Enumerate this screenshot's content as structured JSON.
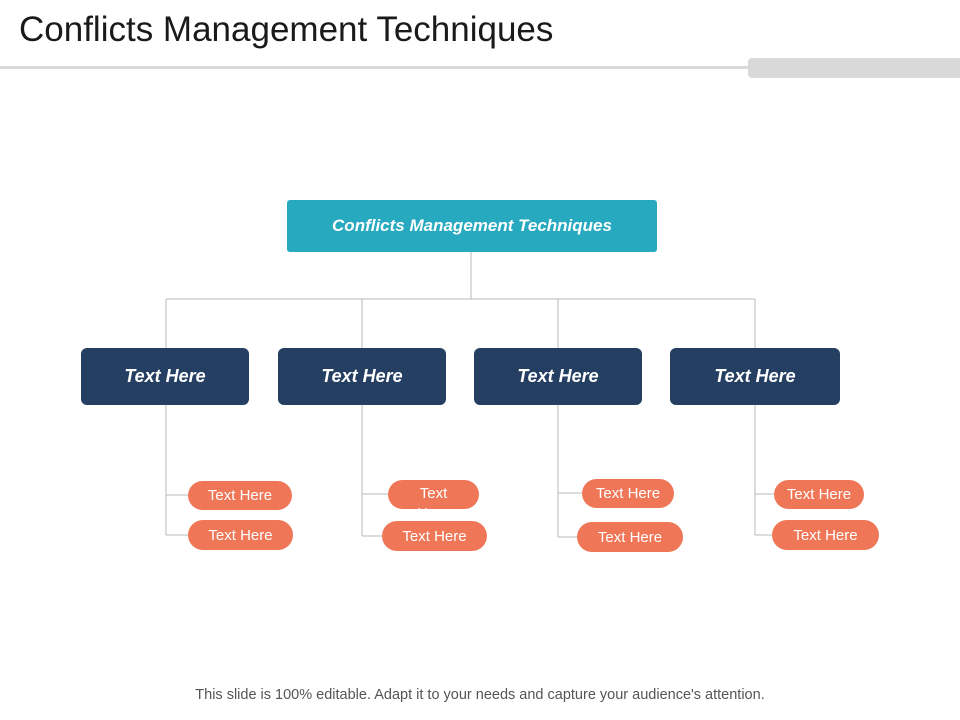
{
  "slide": {
    "title": "Conflicts Management Techniques",
    "footer": "This slide is 100% editable. Adapt it to your needs and capture your audience's attention."
  },
  "diagram": {
    "root": {
      "label": "Conflicts Management Techniques"
    },
    "branches": [
      {
        "label": "Text Here",
        "children": [
          "Text Here",
          "Text Here"
        ]
      },
      {
        "label": "Text Here",
        "children": [
          "Text Here",
          "Text Here"
        ]
      },
      {
        "label": "Text Here",
        "children": [
          "Text Here",
          "Text Here"
        ]
      },
      {
        "label": "Text Here",
        "children": [
          "Text Here",
          "Text Here"
        ]
      }
    ],
    "colors": {
      "root": "#27a9bf",
      "branch": "#243f61",
      "leaf": "#ef7757",
      "connector": "#b8b8b8"
    }
  }
}
